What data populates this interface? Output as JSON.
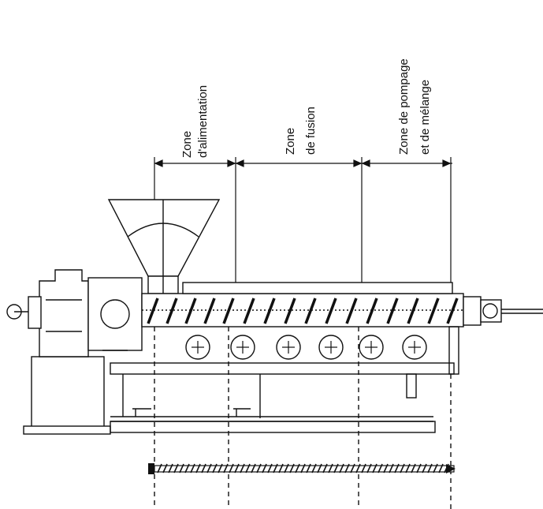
{
  "zones": [
    {
      "line1": "Zone",
      "line2": "d'alimentation"
    },
    {
      "line1": "Zone",
      "line2": "de fusion"
    },
    {
      "line1": "Zone de pompage",
      "line2": "et de mélange"
    }
  ],
  "colors": {
    "ink": "#111111",
    "background": "#ffffff"
  }
}
